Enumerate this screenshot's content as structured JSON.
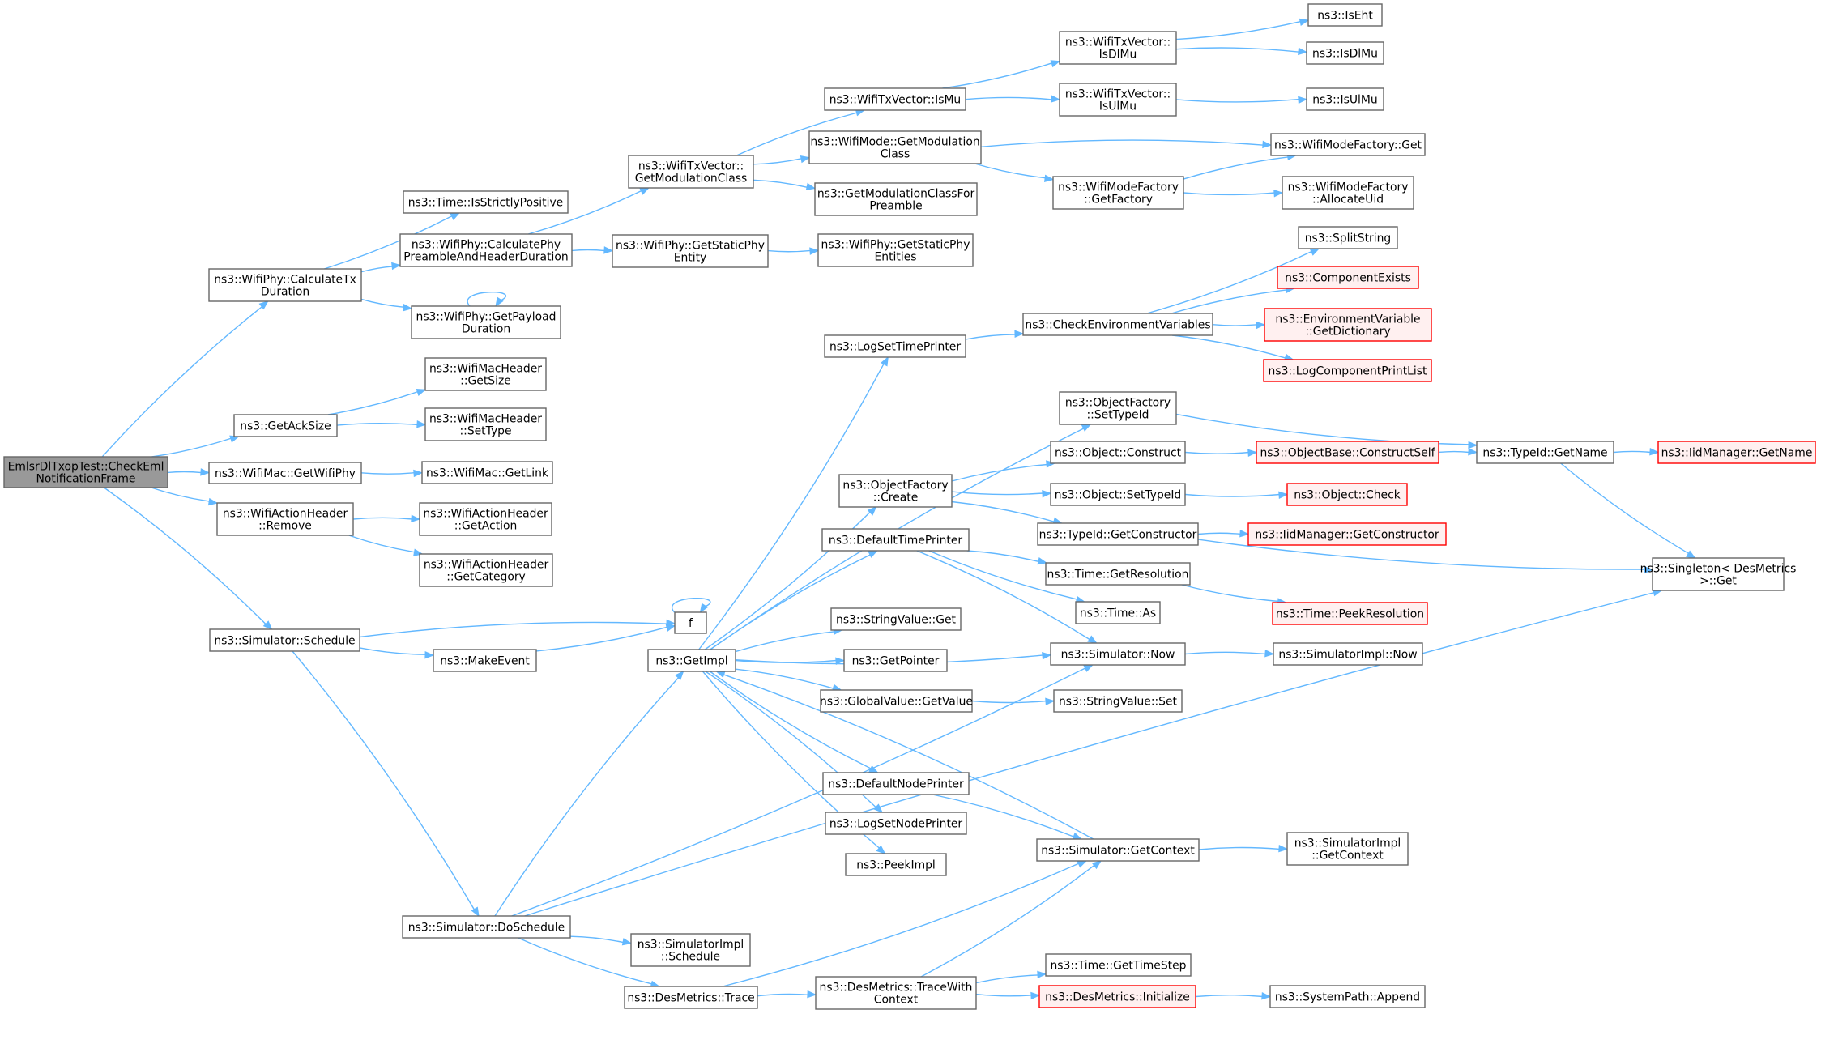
{
  "diagram": {
    "type": "call-graph",
    "colors": {
      "edge": "#63b8ff",
      "node_border": "#666666",
      "root_fill": "#999999",
      "highlight_border": "#ff0000",
      "highlight_fill": "#fff0f0"
    },
    "nodes": [
      {
        "id": "root",
        "lines": [
          "EmlsrDlTxopTest::CheckEml",
          "NotificationFrame"
        ],
        "style": "root"
      },
      {
        "id": "calcTx",
        "lines": [
          "ns3::WifiPhy::CalculateTx",
          "Duration"
        ]
      },
      {
        "id": "getAck",
        "lines": [
          "ns3::GetAckSize"
        ]
      },
      {
        "id": "getWifiPhy",
        "lines": [
          "ns3::WifiMac::GetWifiPhy"
        ]
      },
      {
        "id": "remove",
        "lines": [
          "ns3::WifiActionHeader",
          "::Remove"
        ]
      },
      {
        "id": "schedule",
        "lines": [
          "ns3::Simulator::Schedule"
        ]
      },
      {
        "id": "doSchedule",
        "lines": [
          "ns3::Simulator::DoSchedule"
        ]
      },
      {
        "id": "isStrictly",
        "lines": [
          "ns3::Time::IsStrictlyPositive"
        ]
      },
      {
        "id": "calcPre",
        "lines": [
          "ns3::WifiPhy::CalculatePhy",
          "PreambleAndHeaderDuration"
        ]
      },
      {
        "id": "getPayload",
        "lines": [
          "ns3::WifiPhy::GetPayload",
          "Duration"
        ]
      },
      {
        "id": "macGetSize",
        "lines": [
          "ns3::WifiMacHeader",
          "::GetSize"
        ]
      },
      {
        "id": "macSetType",
        "lines": [
          "ns3::WifiMacHeader",
          "::SetType"
        ]
      },
      {
        "id": "getLink",
        "lines": [
          "ns3::WifiMac::GetLink"
        ]
      },
      {
        "id": "getAction",
        "lines": [
          "ns3::WifiActionHeader",
          "::GetAction"
        ]
      },
      {
        "id": "getCategory",
        "lines": [
          "ns3::WifiActionHeader",
          "::GetCategory"
        ]
      },
      {
        "id": "makeEvent",
        "lines": [
          "ns3::MakeEvent"
        ]
      },
      {
        "id": "f",
        "lines": [
          "f"
        ]
      },
      {
        "id": "getModClass",
        "lines": [
          "ns3::WifiTxVector::",
          "GetModulationClass"
        ]
      },
      {
        "id": "staticPhyEntity",
        "lines": [
          "ns3::WifiPhy::GetStaticPhy",
          "Entity"
        ]
      },
      {
        "id": "getImpl",
        "lines": [
          "ns3::GetImpl"
        ]
      },
      {
        "id": "simImplSchedule",
        "lines": [
          "ns3::SimulatorImpl",
          "::Schedule"
        ]
      },
      {
        "id": "desTrace",
        "lines": [
          "ns3::DesMetrics::Trace"
        ]
      },
      {
        "id": "isMu",
        "lines": [
          "ns3::WifiTxVector::IsMu"
        ]
      },
      {
        "id": "modeModClass",
        "lines": [
          "ns3::WifiMode::GetModulation",
          "Class"
        ]
      },
      {
        "id": "modClassForPre",
        "lines": [
          "ns3::GetModulationClassFor",
          "Preamble"
        ]
      },
      {
        "id": "staticPhyEntities",
        "lines": [
          "ns3::WifiPhy::GetStaticPhy",
          "Entities"
        ]
      },
      {
        "id": "logSetTime",
        "lines": [
          "ns3::LogSetTimePrinter"
        ]
      },
      {
        "id": "ofCreate",
        "lines": [
          "ns3::ObjectFactory",
          "::Create"
        ]
      },
      {
        "id": "defTime",
        "lines": [
          "ns3::DefaultTimePrinter"
        ]
      },
      {
        "id": "svGet",
        "lines": [
          "ns3::StringValue::Get"
        ]
      },
      {
        "id": "getPointer",
        "lines": [
          "ns3::GetPointer"
        ]
      },
      {
        "id": "gvGetValue",
        "lines": [
          "ns3::GlobalValue::GetValue"
        ]
      },
      {
        "id": "defNode",
        "lines": [
          "ns3::DefaultNodePrinter"
        ]
      },
      {
        "id": "logSetNode",
        "lines": [
          "ns3::LogSetNodePrinter"
        ]
      },
      {
        "id": "peekImpl",
        "lines": [
          "ns3::PeekImpl"
        ]
      },
      {
        "id": "traceWith",
        "lines": [
          "ns3::DesMetrics::TraceWith",
          "Context"
        ]
      },
      {
        "id": "isDlMuV",
        "lines": [
          "ns3::WifiTxVector::",
          "IsDlMu"
        ]
      },
      {
        "id": "isUlMuV",
        "lines": [
          "ns3::WifiTxVector::",
          "IsUlMu"
        ]
      },
      {
        "id": "mfGetFactory",
        "lines": [
          "ns3::WifiModeFactory",
          "::GetFactory"
        ]
      },
      {
        "id": "checkEnv",
        "lines": [
          "ns3::CheckEnvironmentVariables"
        ]
      },
      {
        "id": "ofSetTypeId",
        "lines": [
          "ns3::ObjectFactory",
          "::SetTypeId"
        ]
      },
      {
        "id": "objConstruct",
        "lines": [
          "ns3::Object::Construct"
        ]
      },
      {
        "id": "objSetTypeId",
        "lines": [
          "ns3::Object::SetTypeId"
        ]
      },
      {
        "id": "tidGetCons",
        "lines": [
          "ns3::TypeId::GetConstructor"
        ]
      },
      {
        "id": "timeGetRes",
        "lines": [
          "ns3::Time::GetResolution"
        ]
      },
      {
        "id": "timeAs",
        "lines": [
          "ns3::Time::As"
        ]
      },
      {
        "id": "simNow",
        "lines": [
          "ns3::Simulator::Now"
        ]
      },
      {
        "id": "svSet",
        "lines": [
          "ns3::StringValue::Set"
        ]
      },
      {
        "id": "simGetCtx",
        "lines": [
          "ns3::Simulator::GetContext"
        ]
      },
      {
        "id": "timeStep",
        "lines": [
          "ns3::Time::GetTimeStep"
        ]
      },
      {
        "id": "desInit",
        "lines": [
          "ns3::DesMetrics::Initialize"
        ],
        "style": "red"
      },
      {
        "id": "isEht",
        "lines": [
          "ns3::IsEht"
        ]
      },
      {
        "id": "isDlMu",
        "lines": [
          "ns3::IsDlMu"
        ]
      },
      {
        "id": "isUlMu",
        "lines": [
          "ns3::IsUlMu"
        ]
      },
      {
        "id": "mfGet",
        "lines": [
          "ns3::WifiModeFactory::Get"
        ]
      },
      {
        "id": "mfAlloc",
        "lines": [
          "ns3::WifiModeFactory",
          "::AllocateUid"
        ]
      },
      {
        "id": "splitString",
        "lines": [
          "ns3::SplitString"
        ]
      },
      {
        "id": "compExists",
        "lines": [
          "ns3::ComponentExists"
        ],
        "style": "red"
      },
      {
        "id": "envDict",
        "lines": [
          "ns3::EnvironmentVariable",
          "::GetDictionary"
        ],
        "style": "red"
      },
      {
        "id": "logCompPrint",
        "lines": [
          "ns3::LogComponentPrintList"
        ],
        "style": "red"
      },
      {
        "id": "obConstructSelf",
        "lines": [
          "ns3::ObjectBase::ConstructSelf"
        ],
        "style": "red"
      },
      {
        "id": "objCheck",
        "lines": [
          "ns3::Object::Check"
        ],
        "style": "red"
      },
      {
        "id": "iidGetCons",
        "lines": [
          "ns3::IidManager::GetConstructor"
        ],
        "style": "red"
      },
      {
        "id": "timePeekRes",
        "lines": [
          "ns3::Time::PeekResolution"
        ],
        "style": "red"
      },
      {
        "id": "simImplNow",
        "lines": [
          "ns3::SimulatorImpl::Now"
        ]
      },
      {
        "id": "simImplGetCtx",
        "lines": [
          "ns3::SimulatorImpl",
          "::GetContext"
        ]
      },
      {
        "id": "sysPathAppend",
        "lines": [
          "ns3::SystemPath::Append"
        ]
      },
      {
        "id": "tidGetName",
        "lines": [
          "ns3::TypeId::GetName"
        ]
      },
      {
        "id": "iidGetName",
        "lines": [
          "ns3::IidManager::GetName"
        ],
        "style": "red"
      },
      {
        "id": "singletonGet",
        "lines": [
          "ns3::Singleton< DesMetrics",
          ">::Get"
        ]
      }
    ],
    "edges": [
      [
        "root",
        "calcTx"
      ],
      [
        "root",
        "getAck"
      ],
      [
        "root",
        "getWifiPhy"
      ],
      [
        "root",
        "remove"
      ],
      [
        "root",
        "schedule"
      ],
      [
        "calcTx",
        "isStrictly"
      ],
      [
        "calcTx",
        "calcPre"
      ],
      [
        "calcTx",
        "getPayload"
      ],
      [
        "getPayload",
        "getPayload"
      ],
      [
        "getAck",
        "macGetSize"
      ],
      [
        "getAck",
        "macSetType"
      ],
      [
        "getWifiPhy",
        "getLink"
      ],
      [
        "remove",
        "getAction"
      ],
      [
        "remove",
        "getCategory"
      ],
      [
        "schedule",
        "f"
      ],
      [
        "schedule",
        "makeEvent"
      ],
      [
        "schedule",
        "doSchedule"
      ],
      [
        "makeEvent",
        "f"
      ],
      [
        "f",
        "f"
      ],
      [
        "calcPre",
        "getModClass"
      ],
      [
        "calcPre",
        "staticPhyEntity"
      ],
      [
        "staticPhyEntity",
        "staticPhyEntities"
      ],
      [
        "getModClass",
        "isMu"
      ],
      [
        "getModClass",
        "modeModClass"
      ],
      [
        "getModClass",
        "modClassForPre"
      ],
      [
        "isMu",
        "isDlMuV"
      ],
      [
        "isMu",
        "isUlMuV"
      ],
      [
        "isDlMuV",
        "isEht"
      ],
      [
        "isDlMuV",
        "isDlMu"
      ],
      [
        "isUlMuV",
        "isUlMu"
      ],
      [
        "modeModClass",
        "mfGet"
      ],
      [
        "modeModClass",
        "mfGetFactory"
      ],
      [
        "mfGetFactory",
        "mfGet"
      ],
      [
        "mfGetFactory",
        "mfAlloc"
      ],
      [
        "doSchedule",
        "getImpl"
      ],
      [
        "doSchedule",
        "simNow"
      ],
      [
        "doSchedule",
        "simImplSchedule"
      ],
      [
        "doSchedule",
        "desTrace"
      ],
      [
        "doSchedule",
        "singletonGet"
      ],
      [
        "getImpl",
        "logSetTime"
      ],
      [
        "getImpl",
        "ofSetTypeId"
      ],
      [
        "getImpl",
        "ofCreate"
      ],
      [
        "getImpl",
        "defTime"
      ],
      [
        "getImpl",
        "simNow"
      ],
      [
        "getImpl",
        "svGet"
      ],
      [
        "getImpl",
        "getPointer"
      ],
      [
        "getImpl",
        "gvGetValue"
      ],
      [
        "getImpl",
        "defNode"
      ],
      [
        "getImpl",
        "logSetNode"
      ],
      [
        "getImpl",
        "peekImpl"
      ],
      [
        "logSetTime",
        "checkEnv"
      ],
      [
        "checkEnv",
        "splitString"
      ],
      [
        "checkEnv",
        "compExists"
      ],
      [
        "checkEnv",
        "envDict"
      ],
      [
        "checkEnv",
        "logCompPrint"
      ],
      [
        "ofSetTypeId",
        "tidGetName"
      ],
      [
        "ofCreate",
        "objConstruct"
      ],
      [
        "ofCreate",
        "objSetTypeId"
      ],
      [
        "ofCreate",
        "tidGetCons"
      ],
      [
        "objConstruct",
        "obConstructSelf"
      ],
      [
        "obConstructSelf",
        "tidGetName"
      ],
      [
        "objSetTypeId",
        "objCheck"
      ],
      [
        "tidGetCons",
        "iidGetCons"
      ],
      [
        "tidGetCons",
        "singletonGet"
      ],
      [
        "tidGetName",
        "iidGetName"
      ],
      [
        "tidGetName",
        "singletonGet"
      ],
      [
        "defTime",
        "timeGetRes"
      ],
      [
        "defTime",
        "timeAs"
      ],
      [
        "defTime",
        "simNow"
      ],
      [
        "timeGetRes",
        "timePeekRes"
      ],
      [
        "simNow",
        "simImplNow"
      ],
      [
        "gvGetValue",
        "svSet"
      ],
      [
        "defNode",
        "simGetCtx"
      ],
      [
        "simGetCtx",
        "getImpl"
      ],
      [
        "simGetCtx",
        "simImplGetCtx"
      ],
      [
        "desTrace",
        "simGetCtx"
      ],
      [
        "desTrace",
        "traceWith"
      ],
      [
        "traceWith",
        "simGetCtx"
      ],
      [
        "traceWith",
        "timeStep"
      ],
      [
        "traceWith",
        "desInit"
      ],
      [
        "desInit",
        "sysPathAppend"
      ]
    ]
  }
}
